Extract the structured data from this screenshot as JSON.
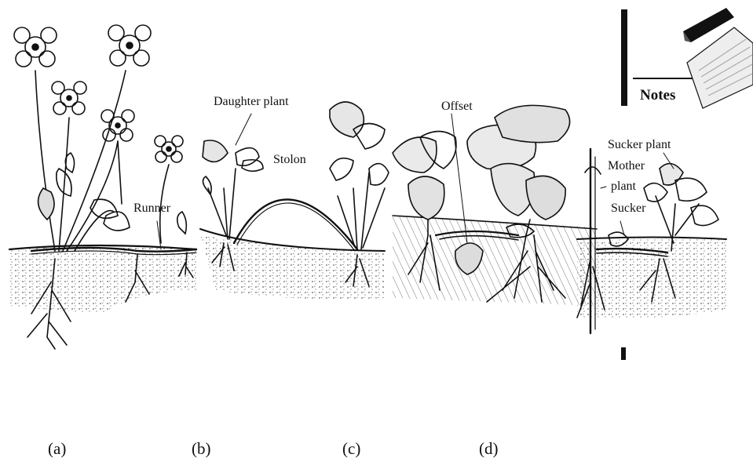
{
  "sidebar": {
    "notes_label": "Notes",
    "icon": "notepad-pencil-icon"
  },
  "figures": [
    {
      "id": "a",
      "caption": "(a)",
      "labels": [
        "Runner"
      ]
    },
    {
      "id": "b",
      "caption": "(b)",
      "labels": [
        "Daughter plant",
        "Stolon"
      ]
    },
    {
      "id": "c",
      "caption": "(c)",
      "labels": [
        "Offset"
      ]
    },
    {
      "id": "d",
      "caption": "(d)",
      "labels": [
        "Sucker plant",
        "Mother",
        "plant",
        "Sucker"
      ]
    }
  ]
}
